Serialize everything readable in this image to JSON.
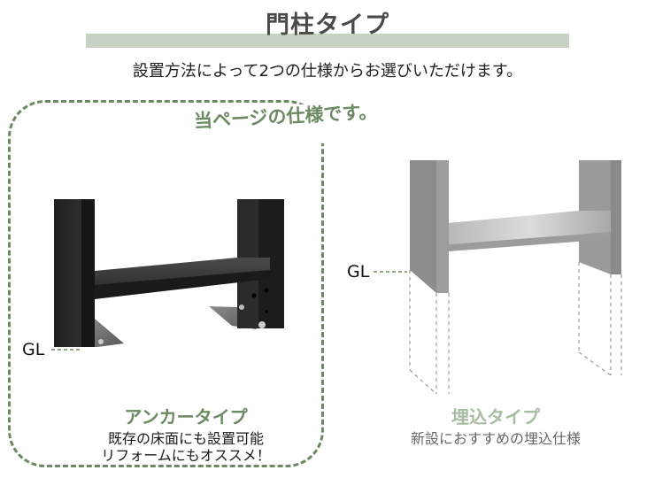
{
  "header": {
    "title": "門柱タイプ",
    "subtitle": "設置方法によって2つの仕様からお選びいただけます。",
    "band_color": "#c7d2c5"
  },
  "current_spec": {
    "callout": "当ページの仕様です。",
    "accent_color": "#6b8a62"
  },
  "options": [
    {
      "id": "anchor",
      "name": "アンカータイプ",
      "name_color": "#6b8a62",
      "description_lines": [
        "既存の床面にも設置可能",
        "リフォームにもオススメ！"
      ],
      "ground_label": "GL",
      "illustration": "black-gate-post-with-base-plates",
      "selected": true
    },
    {
      "id": "embedded",
      "name": "埋込タイプ",
      "name_color": "#a7bca2",
      "description_lines": [
        "新設におすすめの埋込仕様"
      ],
      "ground_label": "GL",
      "illustration": "gray-gate-post-embedded",
      "selected": false
    }
  ]
}
